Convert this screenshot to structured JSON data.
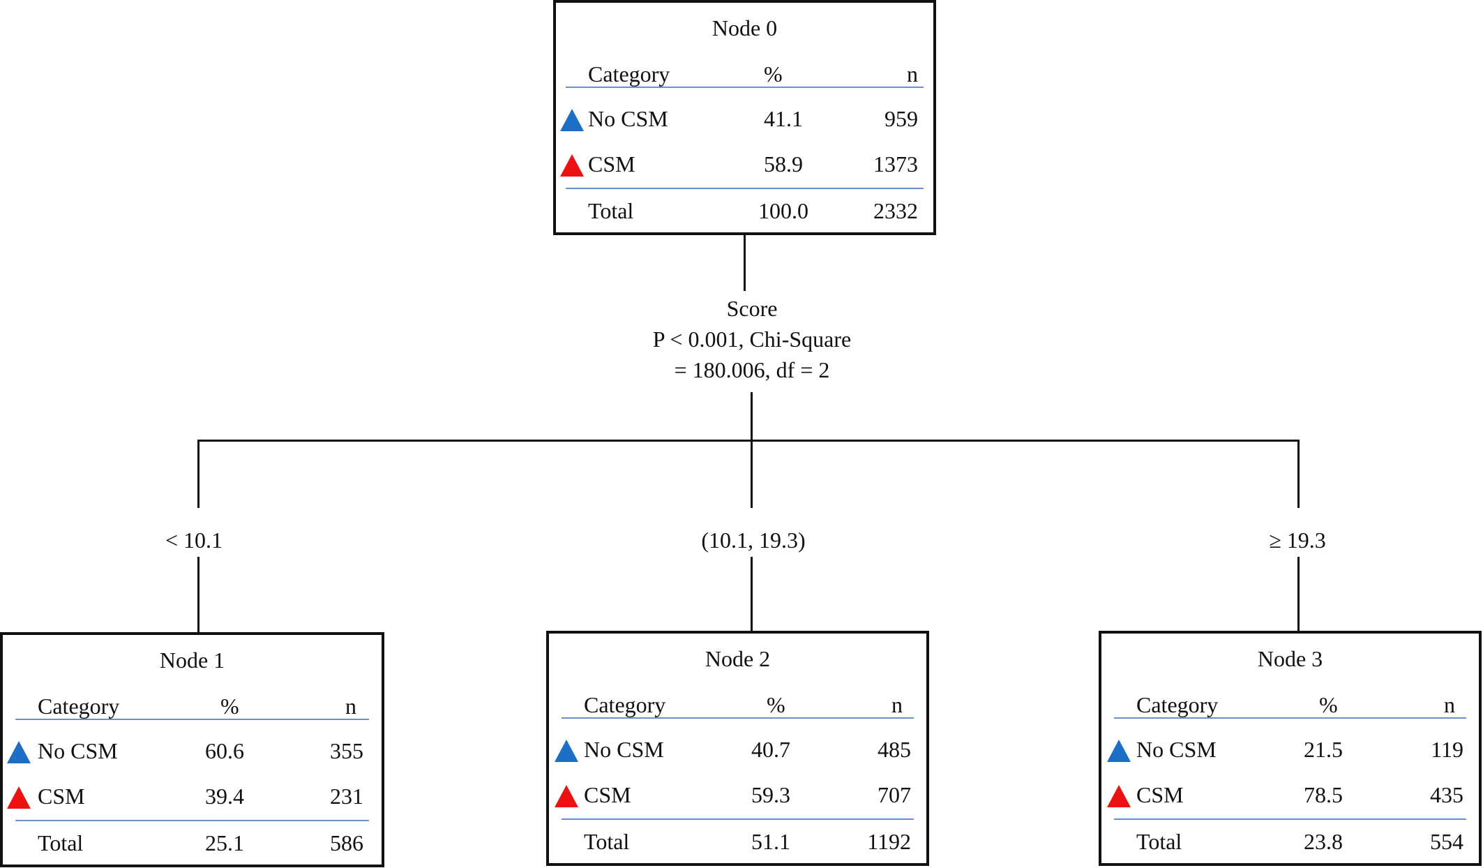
{
  "colors": {
    "no_csm": "#1c6fc4",
    "csm": "#ee1111",
    "rule": "#6b8fd6",
    "border": "#111111"
  },
  "split": {
    "variable": "Score",
    "stat_line1": "P < 0.001, Chi-Square",
    "stat_line2": "= 180.006, df = 2"
  },
  "branches": [
    "< 10.1",
    "(10.1, 19.3)",
    "≥ 19.3"
  ],
  "nodes": [
    {
      "title": "Node 0",
      "header": {
        "category": "Category",
        "pct": "%",
        "n": "n"
      },
      "rows": [
        {
          "icon": "blue-triangle-icon",
          "category": "No CSM",
          "pct": "41.1",
          "n": "959"
        },
        {
          "icon": "red-triangle-icon",
          "category": "CSM",
          "pct": "58.9",
          "n": "1373"
        }
      ],
      "total": {
        "label": "Total",
        "pct": "100.0",
        "n": "2332"
      }
    },
    {
      "title": "Node 1",
      "header": {
        "category": "Category",
        "pct": "%",
        "n": "n"
      },
      "rows": [
        {
          "icon": "blue-triangle-icon",
          "category": "No CSM",
          "pct": "60.6",
          "n": "355"
        },
        {
          "icon": "red-triangle-icon",
          "category": "CSM",
          "pct": "39.4",
          "n": "231"
        }
      ],
      "total": {
        "label": "Total",
        "pct": "25.1",
        "n": "586"
      }
    },
    {
      "title": "Node 2",
      "header": {
        "category": "Category",
        "pct": "%",
        "n": "n"
      },
      "rows": [
        {
          "icon": "blue-triangle-icon",
          "category": "No CSM",
          "pct": "40.7",
          "n": "485"
        },
        {
          "icon": "red-triangle-icon",
          "category": "CSM",
          "pct": "59.3",
          "n": "707"
        }
      ],
      "total": {
        "label": "Total",
        "pct": "51.1",
        "n": "1192"
      }
    },
    {
      "title": "Node 3",
      "header": {
        "category": "Category",
        "pct": "%",
        "n": "n"
      },
      "rows": [
        {
          "icon": "blue-triangle-icon",
          "category": "No CSM",
          "pct": "21.5",
          "n": "119"
        },
        {
          "icon": "red-triangle-icon",
          "category": "CSM",
          "pct": "78.5",
          "n": "435"
        }
      ],
      "total": {
        "label": "Total",
        "pct": "23.8",
        "n": "554"
      }
    }
  ]
}
